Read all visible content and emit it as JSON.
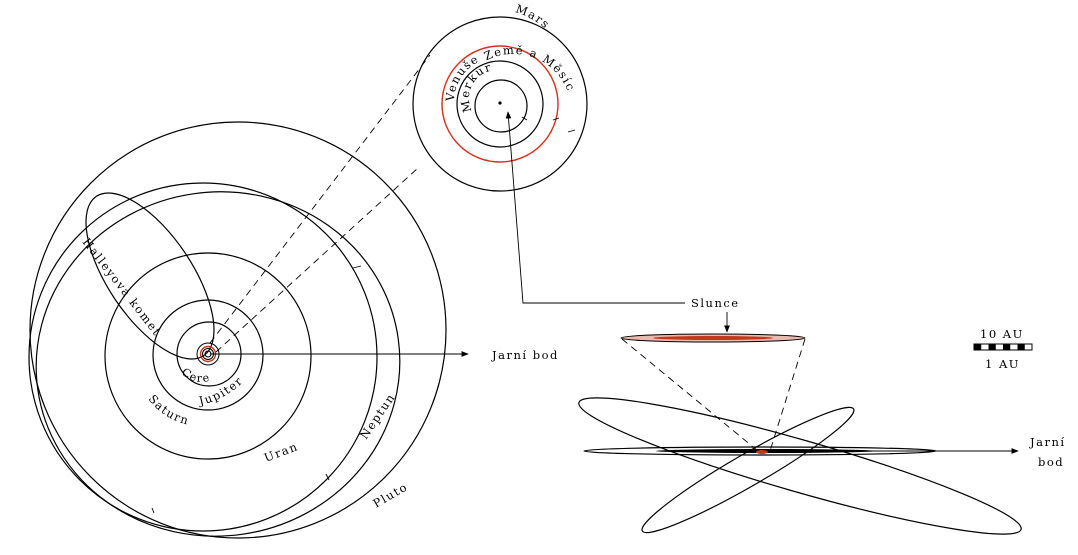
{
  "labels": {
    "mars": "Mars",
    "earth_moon": "Země a Měsíc",
    "venus": "Venuše",
    "mercury": "Merkur",
    "halley": "Halleyova kometa",
    "ceres": "Ceres",
    "jupiter": "Jupiter",
    "saturn": "Saturn",
    "uranus": "Uran",
    "neptune": "Neptun",
    "pluto": "Pluto",
    "vernal_top": "Jarní bod",
    "vernal_side_1": "Jarní",
    "vernal_side_2": "bod",
    "sun": "Slunce",
    "scale_outer": "10 AU",
    "scale_inner": "1 AU"
  },
  "colors": {
    "earth_orbit": "#d4301c",
    "inner_system": "#c0391b"
  }
}
